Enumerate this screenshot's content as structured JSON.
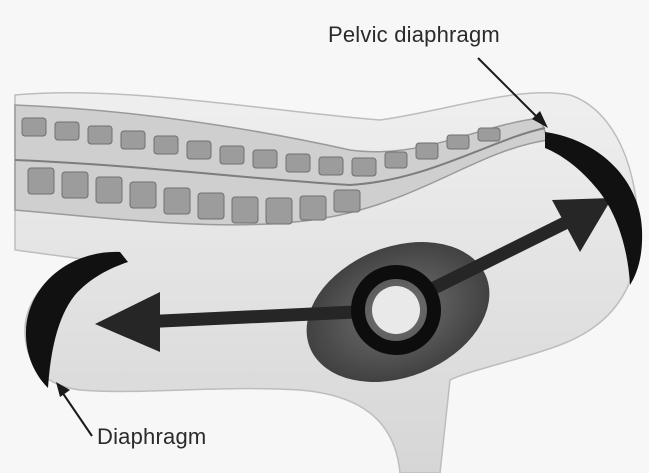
{
  "labels": {
    "pelvic": "Pelvic diaphragm",
    "diaphragm": "Diaphragm"
  },
  "colors": {
    "background": "#f7f7f7",
    "body": "#e4e4e4",
    "body_shadow": "#c9c9c9",
    "spine": "#b3b3b3",
    "vertebra": "#8e8e8e",
    "muscle": "#111111",
    "pressure_zone": "#4a4a4a",
    "arrow": "#262626",
    "text": "#2a2a2a"
  },
  "icons": [
    "diaphragm-shape",
    "pelvic-diaphragm-shape",
    "spine",
    "pressure-center",
    "force-arrow"
  ]
}
